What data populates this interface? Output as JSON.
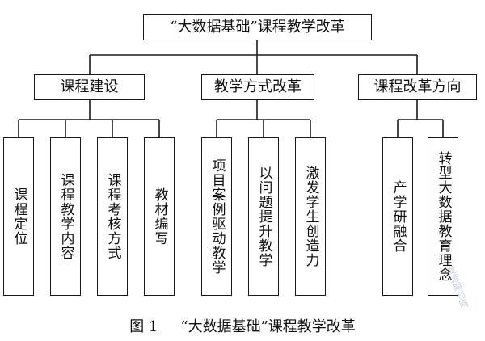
{
  "root": {
    "label": "“大数据基础”课程教学改革"
  },
  "branches": [
    {
      "label": "课程建设",
      "items": [
        "课程定位",
        "课程教学内容",
        "课程考核方式",
        "教材编写"
      ]
    },
    {
      "label": "教学方式改革",
      "items": [
        "项目案例驱动教学",
        "以问题提升教学",
        "激发学生创造力"
      ]
    },
    {
      "label": "课程改革方向",
      "items": [
        "产学研融合",
        "转型大数据教育理念"
      ]
    }
  ],
  "caption": {
    "label": "图 1",
    "title": "“大数据基础”课程教学改革"
  },
  "watermark": "龙源期刊网",
  "colors": {
    "line": "#1a1a1a",
    "background": "#ffffff",
    "watermark": "#b5c7db"
  }
}
